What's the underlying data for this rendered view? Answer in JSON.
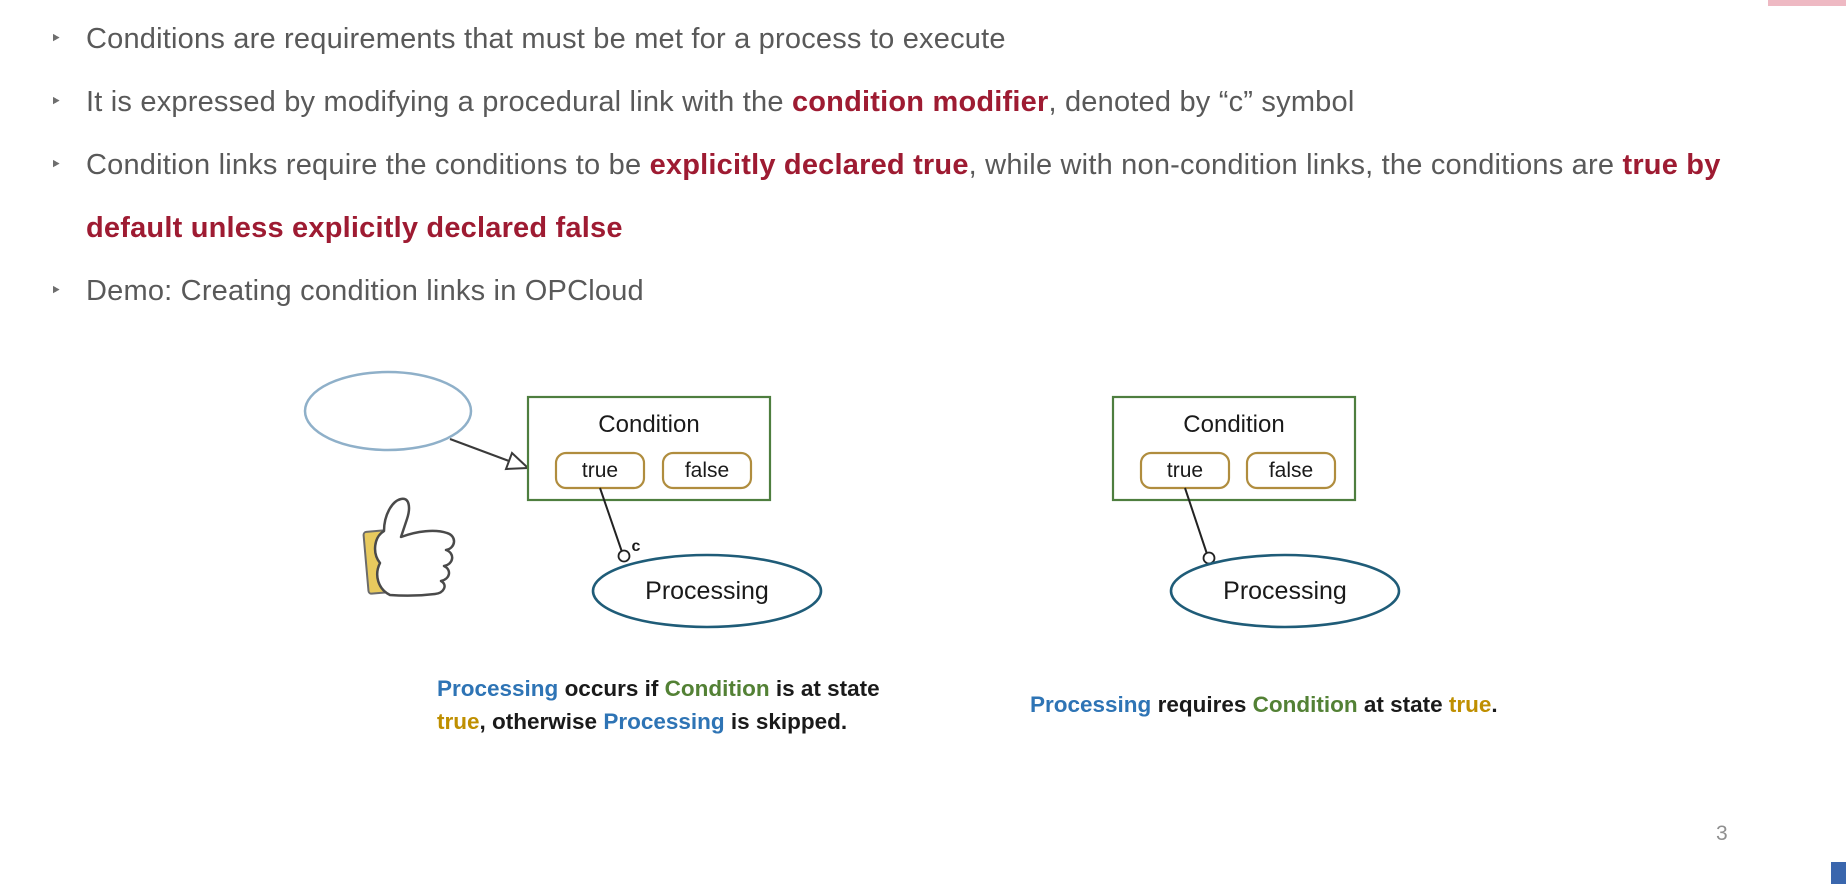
{
  "slide": {
    "bullet_glyph": "‣",
    "bullets": [
      {
        "parts": [
          {
            "text": "Conditions are requirements that must be met for a process to execute",
            "em": false
          }
        ]
      },
      {
        "parts": [
          {
            "text": "It is expressed by modifying a procedural link with the ",
            "em": false
          },
          {
            "text": "condition modifier",
            "em": true
          },
          {
            "text": ", denoted by “c” symbol",
            "em": false
          }
        ]
      },
      {
        "parts": [
          {
            "text": "Condition links require the conditions to be ",
            "em": false
          },
          {
            "text": "explicitly declared true",
            "em": true
          },
          {
            "text": ", while with non-condition links, the conditions are ",
            "em": false
          },
          {
            "text": "true by default unless explicitly declared false",
            "em": true
          }
        ]
      },
      {
        "parts": [
          {
            "text": "Demo: Creating condition links in OPCloud",
            "em": false
          }
        ]
      }
    ],
    "page_number": "3"
  },
  "diagram_left": {
    "condition_label": "Condition",
    "true_label": "true",
    "false_label": "false",
    "condition_link_letter": "c",
    "processing_label": "Processing"
  },
  "diagram_right": {
    "condition_label": "Condition",
    "true_label": "true",
    "false_label": "false",
    "processing_label": "Processing"
  },
  "caption_left": {
    "lines": [
      {
        "parts": [
          {
            "text": "Processing",
            "color": "blue"
          },
          {
            "text": " occurs if ",
            "color": "black"
          },
          {
            "text": "Condition",
            "color": "green"
          },
          {
            "text": " is at state",
            "color": "black"
          }
        ]
      },
      {
        "parts": [
          {
            "text": "true",
            "color": "gold"
          },
          {
            "text": ", otherwise ",
            "color": "black"
          },
          {
            "text": "Processing",
            "color": "blue"
          },
          {
            "text": " is skipped.",
            "color": "black"
          }
        ]
      }
    ]
  },
  "caption_right": {
    "parts": [
      {
        "text": "Processing",
        "color": "blue"
      },
      {
        "text": " requires ",
        "color": "black"
      },
      {
        "text": "Condition",
        "color": "green"
      },
      {
        "text": " at state ",
        "color": "black"
      },
      {
        "text": "true",
        "color": "gold"
      },
      {
        "text": ".",
        "color": "black"
      }
    ]
  },
  "colors": {
    "emphasis_maroon": "#9e1b32",
    "body_gray": "#595959",
    "caption_blue": "#2e74b5",
    "caption_green": "#538135",
    "caption_gold": "#bf8f00",
    "condition_box_green": "#4e7e3f",
    "state_border_gold": "#b08d3e",
    "processing_ellipse_blue": "#1f5c78",
    "source_ellipse_blue": "#8fb0c9",
    "thumb_sleeve_yellow": "#e8ca5e"
  }
}
